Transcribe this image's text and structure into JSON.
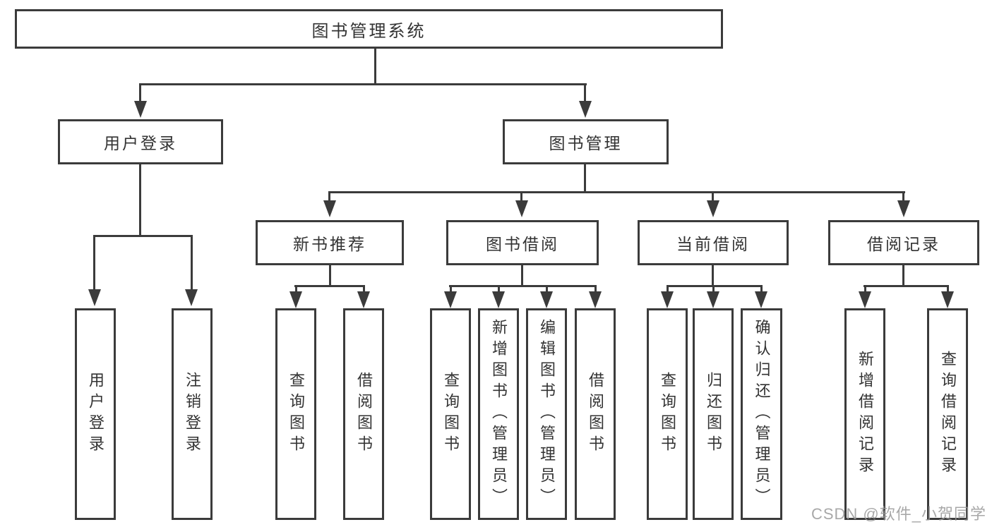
{
  "nodes": {
    "root": "图书管理系统",
    "user_login": "用户登录",
    "book_mgmt": "图书管理",
    "new_books": "新书推荐",
    "book_borrow": "图书借阅",
    "current_borrow": "当前借阅",
    "borrow_records": "借阅记录"
  },
  "leaves": {
    "user_login": "用户登录",
    "logout": "注销登录",
    "nb_query": "查询图书",
    "nb_borrow": "借阅图书",
    "bw_query": "查询图书",
    "bw_add": "新增图书（管理员）",
    "bw_edit": "编辑图书（管理员）",
    "bw_borrow": "借阅图书",
    "cur_query": "查询图书",
    "cur_return": "归还图书",
    "cur_confirm": "确认归还（管理员）",
    "rec_add": "新增借阅记录",
    "rec_query": "查询借阅记录"
  },
  "watermark": "CSDN @软件_小贺同学",
  "colors": {
    "line": "#3b3b3b",
    "text": "#333333",
    "watermark": "#999999",
    "background": "#ffffff"
  }
}
